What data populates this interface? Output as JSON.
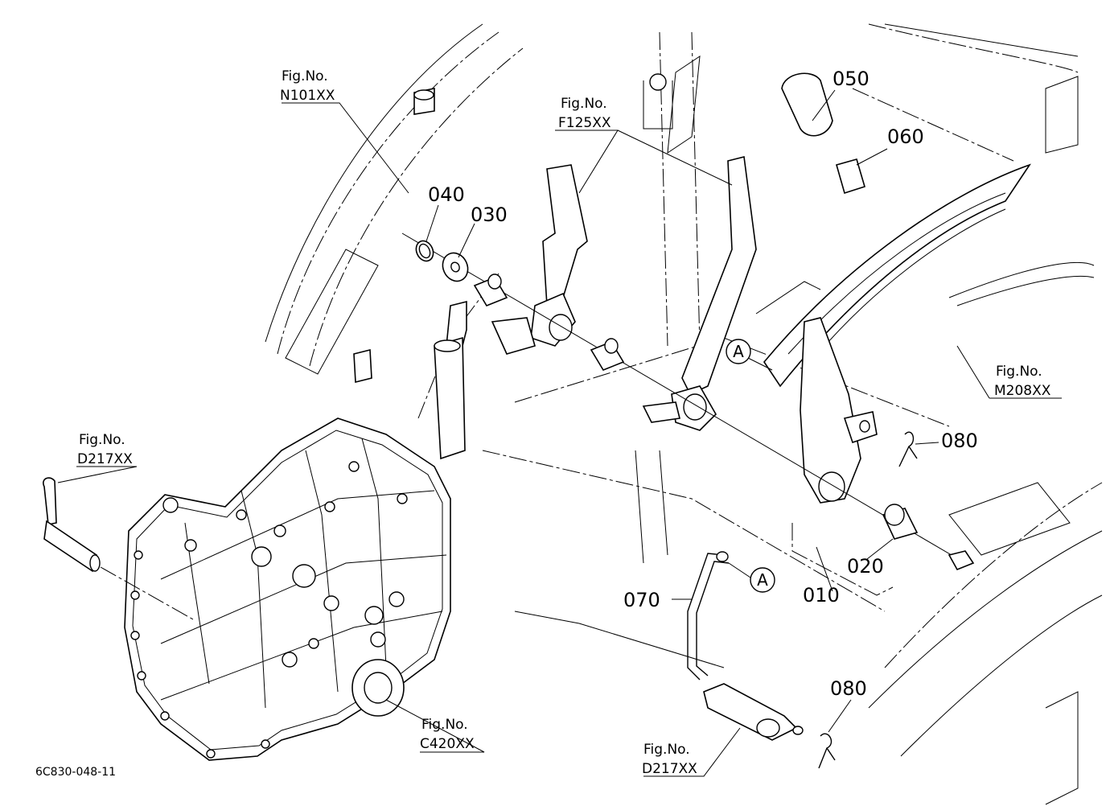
{
  "figure_refs": {
    "n101": {
      "prefix": "Fig.No.",
      "code": "N101XX"
    },
    "f125": {
      "prefix": "Fig.No.",
      "code": "F125XX"
    },
    "m208": {
      "prefix": "Fig.No.",
      "code": "M208XX"
    },
    "d217_left": {
      "prefix": "Fig.No.",
      "code": "D217XX"
    },
    "c420": {
      "prefix": "Fig.No.",
      "code": "C420XX"
    },
    "d217_bottom": {
      "prefix": "Fig.No.",
      "code": "D217XX"
    }
  },
  "parts": {
    "p010": "010",
    "p020": "020",
    "p030": "030",
    "p040": "040",
    "p050": "050",
    "p060": "060",
    "p070": "070",
    "p080_top": "080",
    "p080_bottom": "080"
  },
  "callouts": {
    "a_upper": "A",
    "a_lower": "A"
  },
  "drawing_code": "6C830-048-11"
}
